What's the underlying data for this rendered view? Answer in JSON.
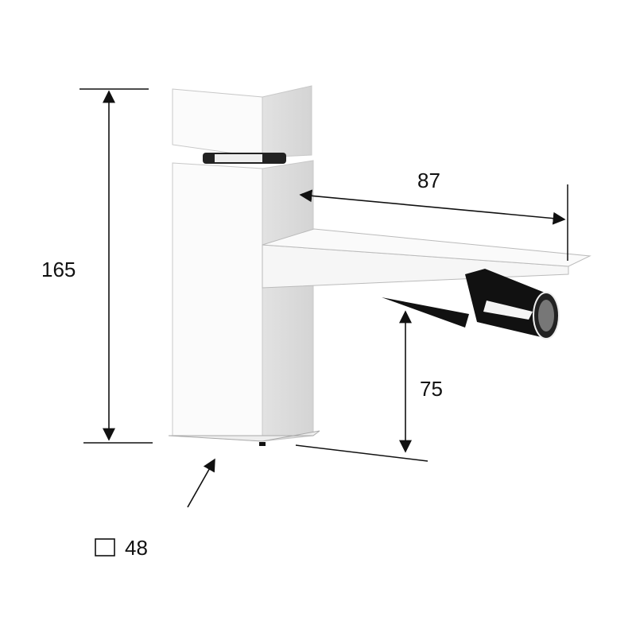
{
  "diagram": {
    "subject": "bidet faucet dimension drawing",
    "dimensions": {
      "height_total": "165",
      "spout_reach": "87",
      "spout_height": "75",
      "base_square": "48"
    },
    "base_symbol": "square-icon",
    "colors": {
      "line": "#111111",
      "chrome_light": "#f4f4f4",
      "chrome_shade": "#dcdcdc",
      "nozzle_dark": "#111111"
    }
  }
}
